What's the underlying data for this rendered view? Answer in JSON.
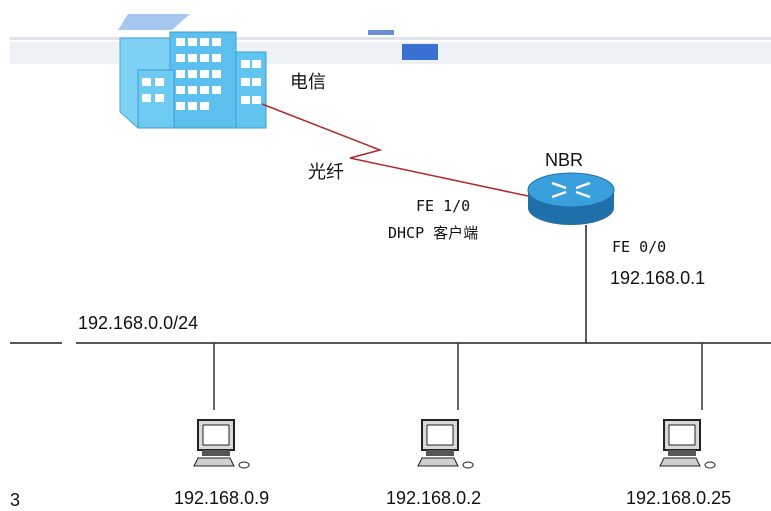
{
  "isp": {
    "label": "电信"
  },
  "link": {
    "label": "光纤"
  },
  "router": {
    "name": "NBR",
    "wan_iface": "FE 1/0",
    "wan_mode": "DHCP 客户端",
    "lan_iface": "FE 0/0",
    "lan_ip": "192.168.0.1"
  },
  "lan": {
    "subnet": "192.168.0.0/24"
  },
  "hosts": [
    {
      "ip": "192.168.0.9"
    },
    {
      "ip": "192.168.0.2"
    },
    {
      "ip": "192.168.0.25"
    }
  ],
  "margin_text": "3",
  "colors": {
    "fiber": "#b02a2a",
    "router": "#2a86c8",
    "building": "#5bc0ee",
    "line": "#222222"
  }
}
